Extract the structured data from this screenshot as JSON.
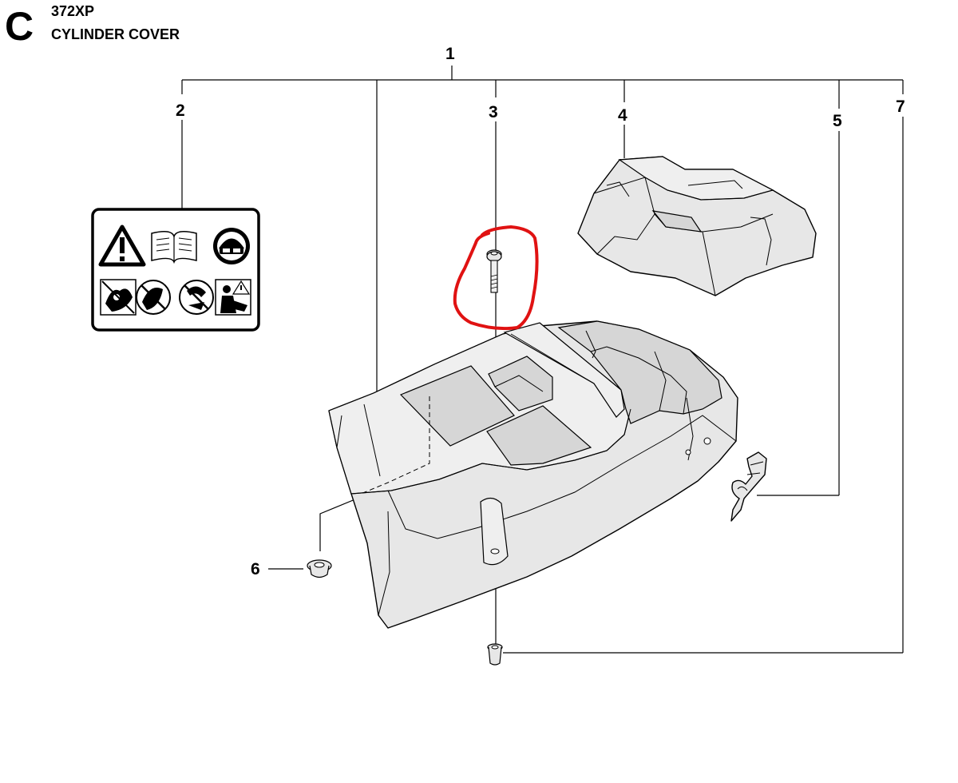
{
  "header": {
    "page_letter": "C",
    "model": "372XP",
    "section": "CYLINDER COVER"
  },
  "callouts": {
    "c1": "1",
    "c2": "2",
    "c3": "3",
    "c4": "4",
    "c5": "5",
    "c6": "6",
    "c7": "7"
  },
  "colors": {
    "highlight": "#e01212",
    "part_fill": "#e7e7e7",
    "line": "#000000"
  },
  "icons": {
    "warning_decal": [
      "warning-triangle-icon",
      "manual-book-icon",
      "protective-gear-icon",
      "hand-safety-icon",
      "kickback-icon",
      "chain-brake-icon",
      "operator-icon"
    ]
  }
}
